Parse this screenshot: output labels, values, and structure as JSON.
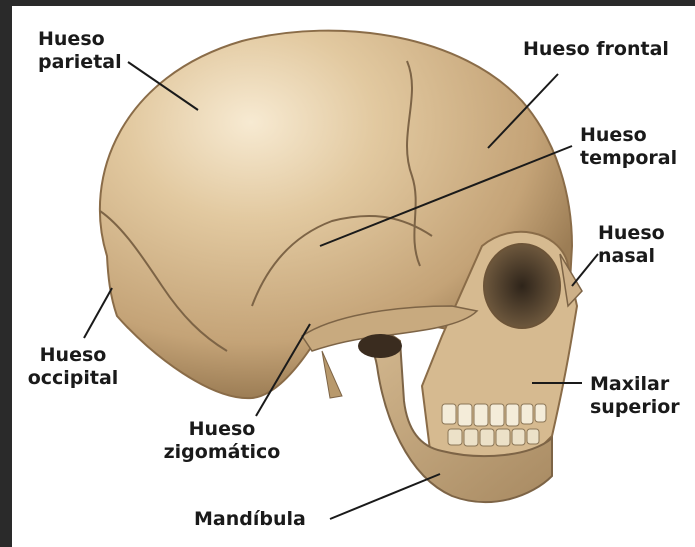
{
  "labels": {
    "parietal": [
      "Hueso",
      "parietal"
    ],
    "frontal": "Hueso frontal",
    "temporal": [
      "Hueso",
      "temporal"
    ],
    "nasal": [
      "Hueso",
      "nasal"
    ],
    "occipital": [
      "Hueso",
      "occipital"
    ],
    "maxilar": [
      "Maxilar",
      "superior"
    ],
    "zigomatico": [
      "Hueso",
      "zigomático"
    ],
    "mandibula": "Mandíbula"
  },
  "colors": {
    "bone": "#dcc29c",
    "bone_dark": "#a98a63",
    "bone_shadow": "#7d6446",
    "ink": "#1a1a1a",
    "frame": "#2a2a2a"
  }
}
